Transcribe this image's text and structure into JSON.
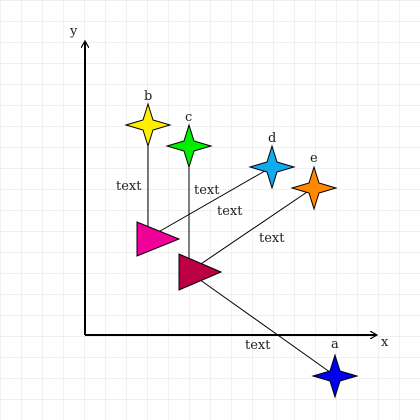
{
  "axes": {
    "x_label": "x",
    "y_label": "y",
    "grid": true
  },
  "nodes": [
    {
      "id": "a",
      "label": "a",
      "shape": "star",
      "color": "#0000ee"
    },
    {
      "id": "b",
      "label": "b",
      "shape": "star",
      "color": "#ffee00"
    },
    {
      "id": "c",
      "label": "c",
      "shape": "star",
      "color": "#00ee00"
    },
    {
      "id": "d",
      "label": "d",
      "shape": "star",
      "color": "#11aaee"
    },
    {
      "id": "e",
      "label": "e",
      "shape": "star",
      "color": "#ff8800"
    },
    {
      "id": "t1",
      "label": "",
      "shape": "triangle",
      "color": "#ee0099"
    },
    {
      "id": "t2",
      "label": "",
      "shape": "triangle",
      "color": "#bb0044"
    }
  ],
  "edges": [
    {
      "from": "t1",
      "to": "b",
      "label": "text"
    },
    {
      "from": "t1",
      "to": "d",
      "label": "text"
    },
    {
      "from": "t2",
      "to": "c",
      "label": "text"
    },
    {
      "from": "t2",
      "to": "e",
      "label": "text"
    },
    {
      "from": "t2",
      "to": "a",
      "label": "text"
    }
  ]
}
